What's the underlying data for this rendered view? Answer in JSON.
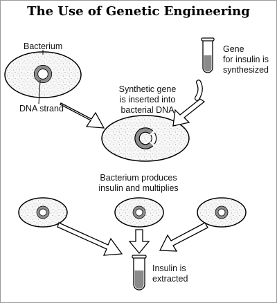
{
  "title": "The Use of Genetic Engineering",
  "labels": {
    "bacterium": "Bacterium",
    "dna_strand": "DNA strand",
    "gene_lines": [
      "Gene",
      "for insulin is",
      "synthesized"
    ],
    "insert_lines": [
      "Synthetic gene",
      "is inserted into",
      "bacterial DNA"
    ],
    "multiply_lines": [
      "Bacterium produces",
      "insulin and multiplies"
    ],
    "extract_lines": [
      "Insulin is",
      "extracted"
    ]
  },
  "colors": {
    "stroke": "#000000",
    "dna_ring": "#8c8c8c",
    "tube_fill": "#8a8a8a"
  }
}
